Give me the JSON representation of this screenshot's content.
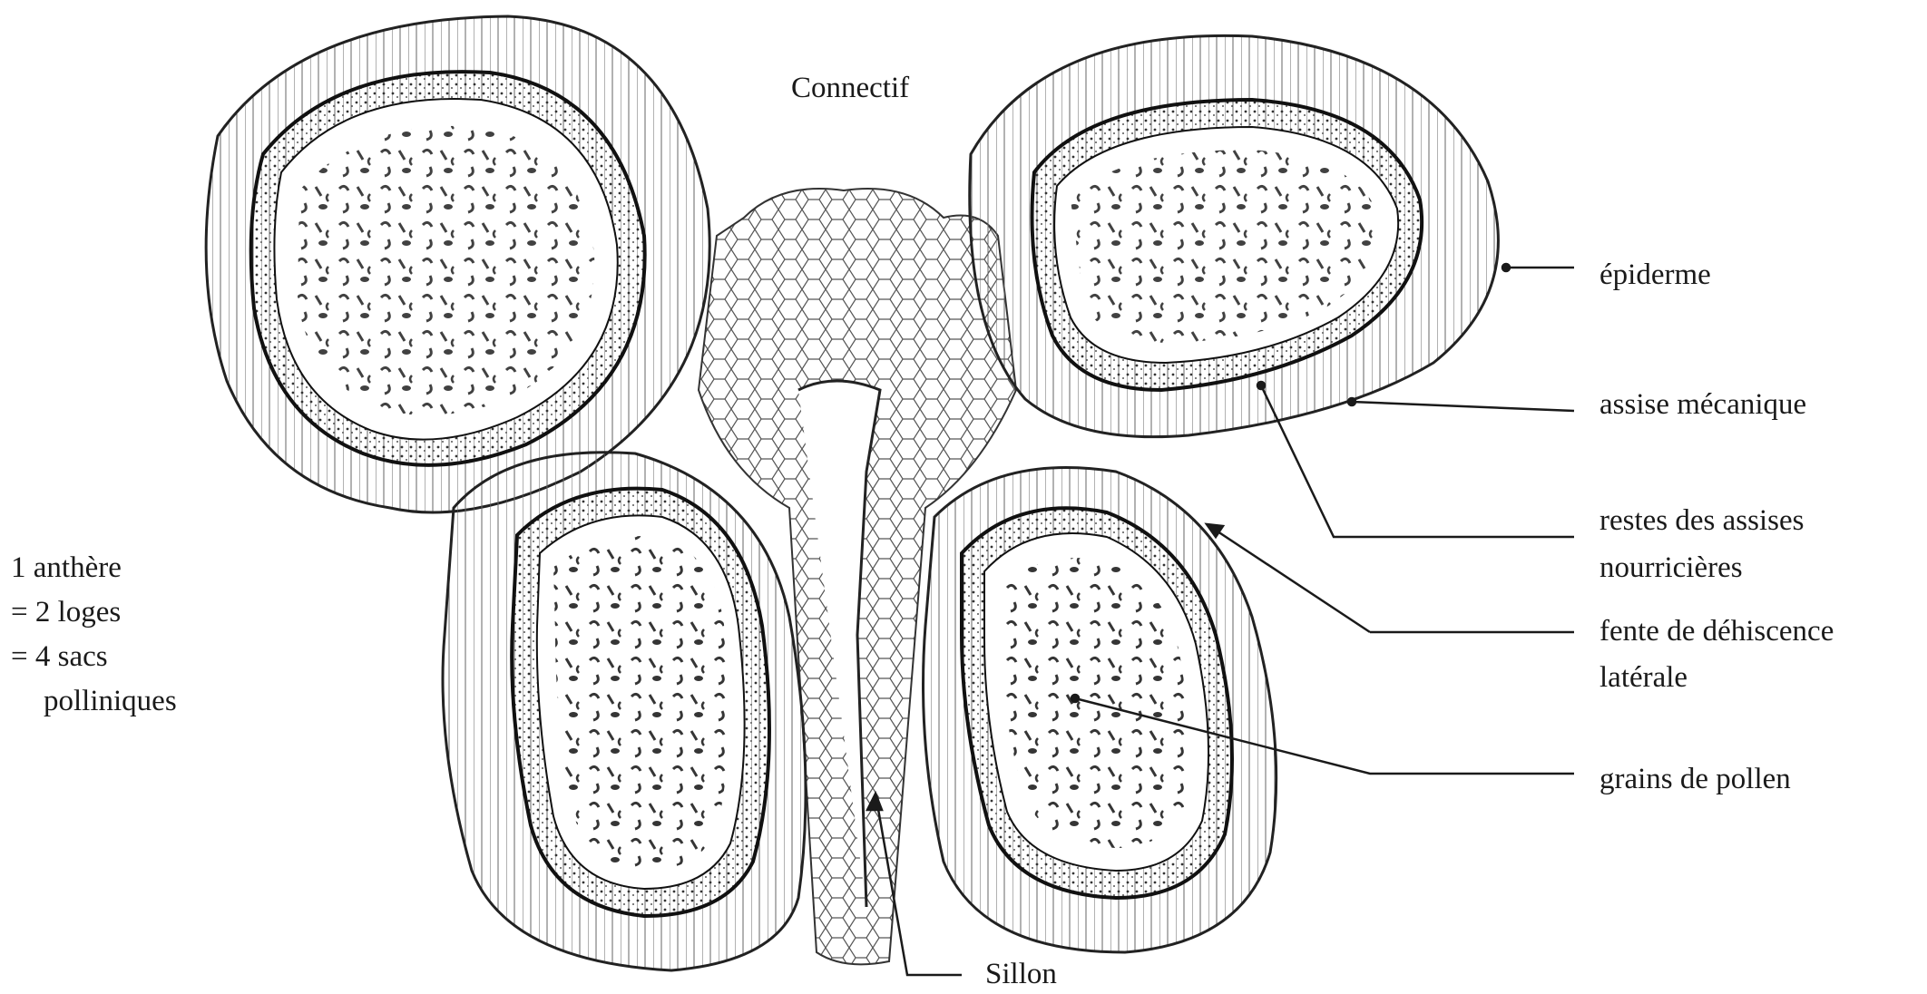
{
  "labels": {
    "connectif": "Connectif",
    "epiderme": "épiderme",
    "assise_mecanique": "assise mécanique",
    "restes_line1": "restes des assises",
    "restes_line2": "nourricières",
    "fente_line1": "fente de déhiscence",
    "fente_line2": "latérale",
    "grains": "grains de pollen",
    "sillon": "Sillon"
  },
  "legend": {
    "line1": "1 anthère",
    "line2": "= 2 loges",
    "line3": "= 4 sacs",
    "line4": "polliniques"
  },
  "colors": {
    "ink": "#1a1a1a",
    "paper": "#ffffff"
  }
}
